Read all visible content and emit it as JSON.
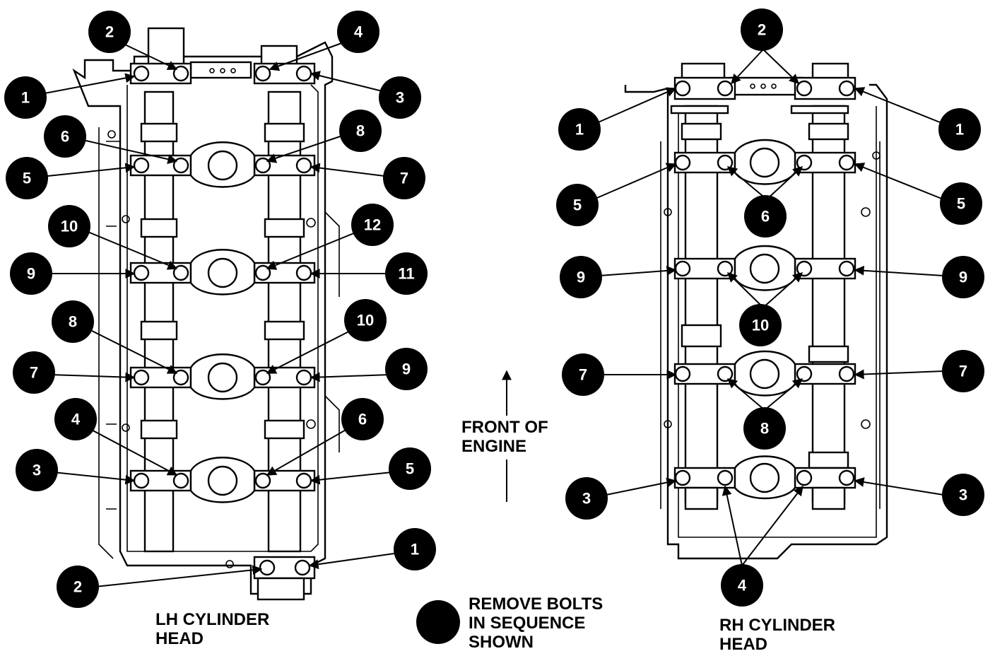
{
  "lh_label": [
    "LH CYLINDER",
    "HEAD"
  ],
  "rh_label": [
    "RH CYLINDER",
    "HEAD"
  ],
  "front_label": [
    "FRONT OF",
    "ENGINE"
  ],
  "legend_label": [
    "REMOVE BOLTS",
    "IN SEQUENCE",
    "SHOWN"
  ],
  "lh_callouts": [
    "1",
    "2",
    "4",
    "3",
    "6",
    "8",
    "5",
    "7",
    "10",
    "12",
    "9",
    "11",
    "8",
    "10",
    "7",
    "9",
    "4",
    "6",
    "3",
    "5",
    "2",
    "1"
  ],
  "rh_callouts": [
    "2",
    "1",
    "1",
    "5",
    "6",
    "5",
    "9",
    "10",
    "9",
    "7",
    "8",
    "7",
    "3",
    "4",
    "3"
  ]
}
